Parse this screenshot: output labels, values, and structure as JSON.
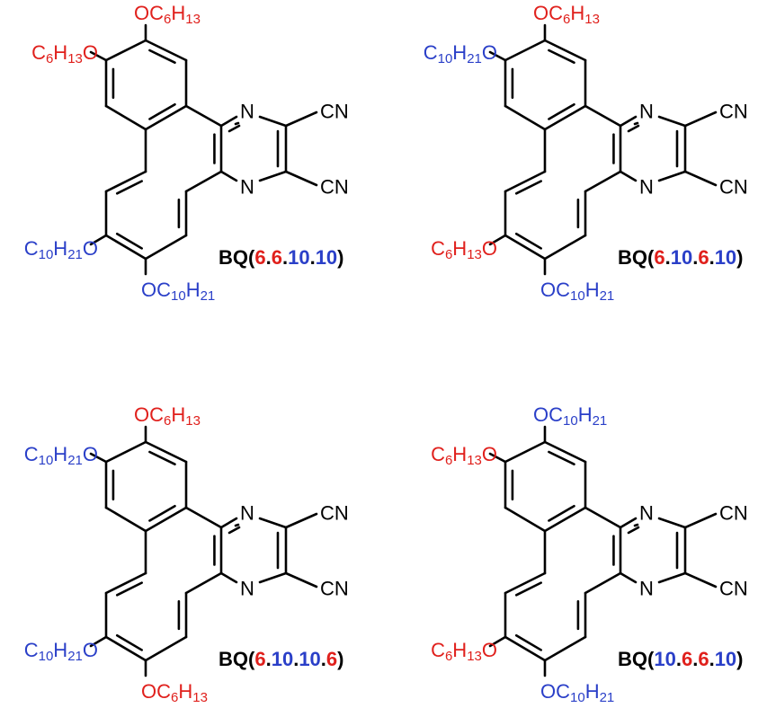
{
  "colors": {
    "c6": "#e0201c",
    "c10": "#2a3fc8",
    "bond": "#000000",
    "text": "#000000"
  },
  "molecules": [
    {
      "name": {
        "prefix": "BQ(",
        "parts": [
          "6",
          "6",
          "10",
          "10"
        ],
        "suffix": ")"
      },
      "substituents": {
        "a": "6",
        "b": "6",
        "c": "10",
        "d": "10"
      }
    },
    {
      "name": {
        "prefix": "BQ(",
        "parts": [
          "6",
          "10",
          "6",
          "10"
        ],
        "suffix": ")"
      },
      "substituents": {
        "a": "6",
        "b": "10",
        "c": "6",
        "d": "10"
      }
    },
    {
      "name": {
        "prefix": "BQ(",
        "parts": [
          "6",
          "10",
          "10",
          "6"
        ],
        "suffix": ")"
      },
      "substituents": {
        "a": "6",
        "b": "10",
        "c": "10",
        "d": "6"
      }
    },
    {
      "name": {
        "prefix": "BQ(",
        "parts": [
          "10",
          "6",
          "6",
          "10"
        ],
        "suffix": ")"
      },
      "substituents": {
        "a": "10",
        "b": "6",
        "c": "6",
        "d": "10"
      }
    }
  ],
  "labels": {
    "nitrogen": "N",
    "nitrile": "CN",
    "ether_o": "O",
    "chains": {
      "6": {
        "c": "C",
        "c_sub": "6",
        "h": "H",
        "h_sub": "13"
      },
      "10": {
        "c": "C",
        "c_sub": "10",
        "h": "H",
        "h_sub": "21"
      }
    }
  }
}
